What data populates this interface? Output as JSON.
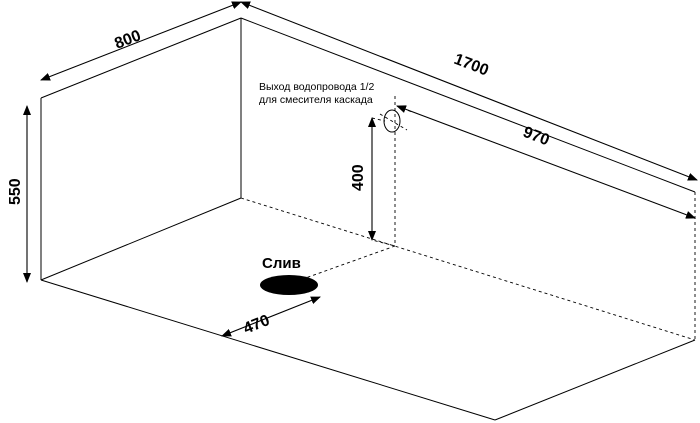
{
  "dimensions": {
    "width": "800",
    "length": "1700",
    "height": "550",
    "pipe_height": "400",
    "pipe_offset": "970",
    "drain_offset": "470"
  },
  "labels": {
    "pipe_note_line1": "Выход водопровода 1/2",
    "pipe_note_line2": "для смесителя каскада",
    "drain": "Слив"
  }
}
